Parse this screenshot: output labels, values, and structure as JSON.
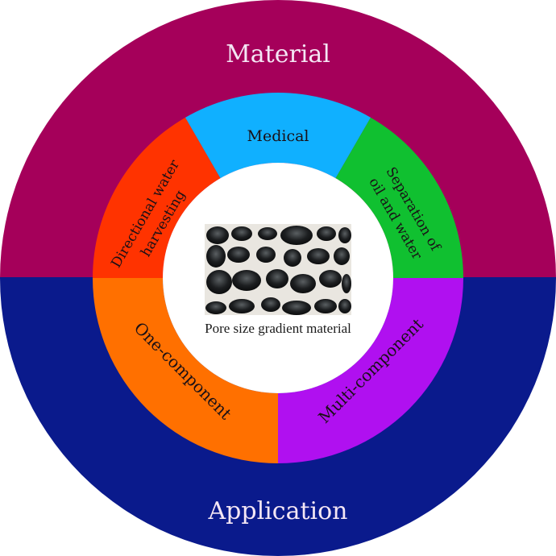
{
  "diagram": {
    "center_image_alt": "porous material micrograph",
    "caption": "Pore size gradient material",
    "outer": {
      "top": {
        "label": "Material",
        "color": "#A5005A"
      },
      "bottom": {
        "label": "Application",
        "color": "#0A1A8C"
      }
    },
    "inner_segments": [
      {
        "key": "directional",
        "lines": [
          "Directional water",
          "harvesting"
        ],
        "color": "#FF3300"
      },
      {
        "key": "medical",
        "lines": [
          "Medical"
        ],
        "color": "#10B0FF"
      },
      {
        "key": "separation",
        "lines": [
          "Separation of",
          "oil and water"
        ],
        "color": "#10C030"
      },
      {
        "key": "multi",
        "lines": [
          "Multi-component"
        ],
        "color": "#B010F0"
      },
      {
        "key": "one",
        "lines": [
          "One-component"
        ],
        "color": "#FF7000"
      }
    ],
    "hole_color": "#FFFFFF"
  }
}
